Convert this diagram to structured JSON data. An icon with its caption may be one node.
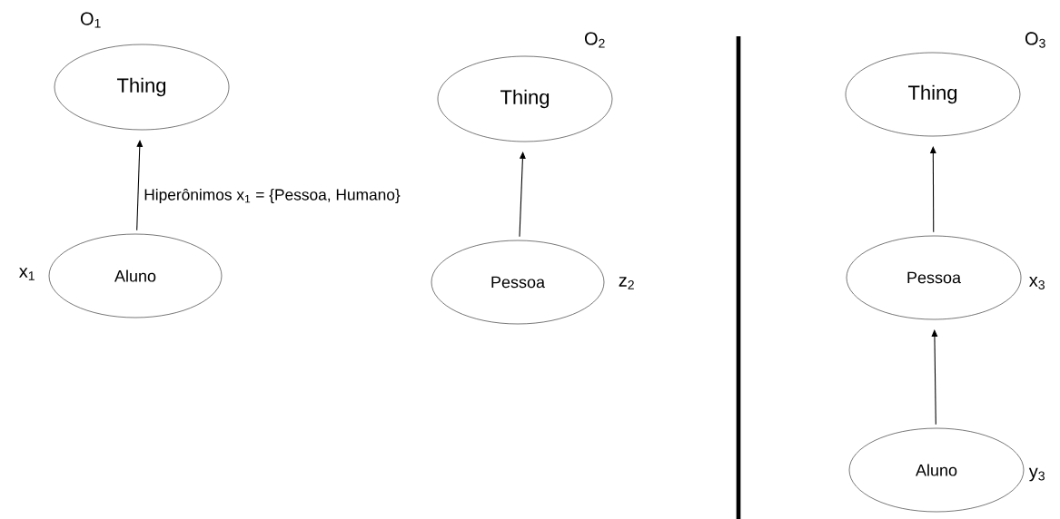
{
  "diagram": {
    "nodes": [
      {
        "text": [
          "Thing"
        ],
        "beside": [
          "O$_{1}$"
        ]
      },
      {
        "text": [
          "Aluno"
        ],
        "beside": [
          "x$_{1}$"
        ]
      },
      {
        "text": [
          "Thing"
        ],
        "beside": [
          "O$_{2}$"
        ]
      },
      {
        "text": [
          "Pessoa"
        ],
        "beside": [
          "z$_{2}$"
        ]
      },
      {
        "text": [
          "Thing"
        ],
        "beside": [
          "O$_{3}$"
        ]
      },
      {
        "text": [
          "Pessoa"
        ],
        "beside": [
          "x$_{3}$"
        ]
      },
      {
        "text": [
          "Aluno"
        ],
        "beside": [
          "y$_{3}$"
        ]
      }
    ],
    "edges": [
      {
        "from": 1,
        "to": 0,
        "arrow": "to"
      },
      {
        "from": 3,
        "to": 2,
        "arrow": "to"
      },
      {
        "from": 5,
        "to": 4,
        "arrow": "to"
      },
      {
        "from": 6,
        "to": 5,
        "arrow": "to"
      }
    ],
    "labels": [
      "Hiperônimos x$_{1}$ = {Pessoa, Humano}"
    ]
  }
}
